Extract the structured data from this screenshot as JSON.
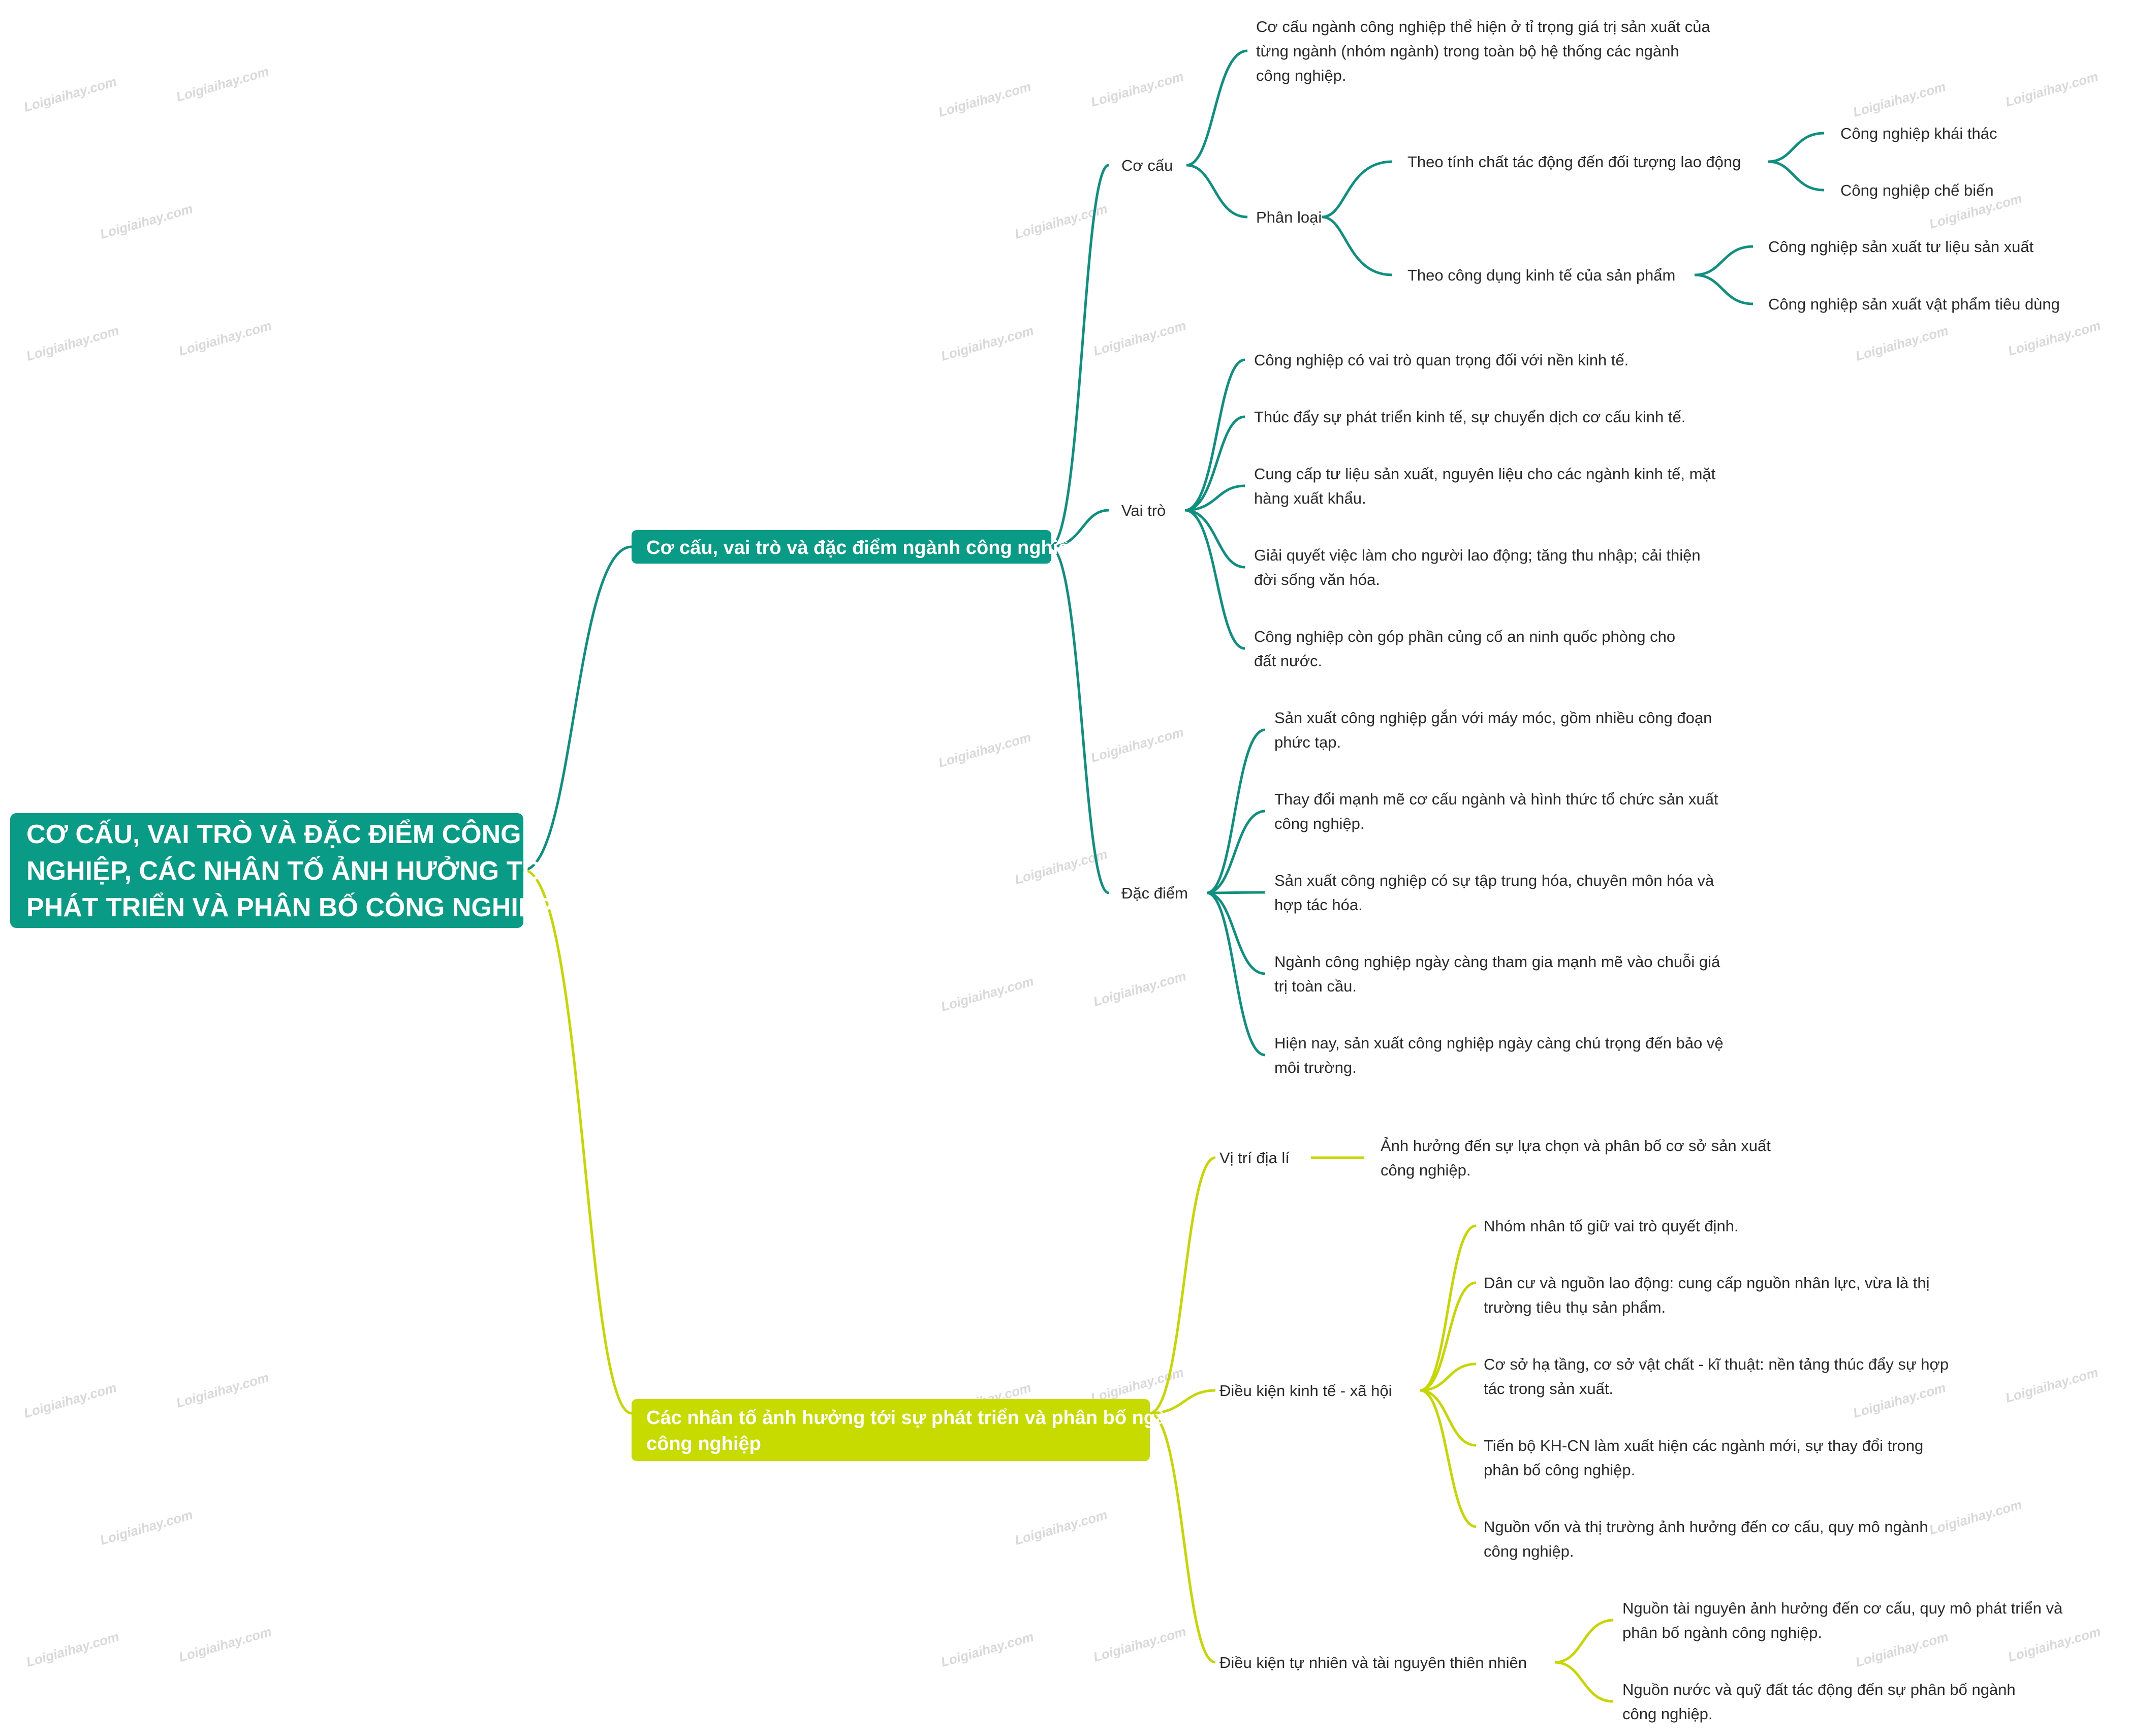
{
  "colors": {
    "primary_branch": "#099b85",
    "secondary_branch": "#c8db00",
    "background": "#ffffff"
  },
  "root": {
    "lines": [
      "CƠ CẤU, VAI TRÒ VÀ ĐẶC ĐIỂM CÔNG",
      "NGHIỆP, CÁC NHÂN TỐ ẢNH HƯỞNG TỚI",
      "PHÁT TRIỂN VÀ PHÂN BỐ CÔNG NGHIỆP"
    ]
  },
  "branch1": {
    "title": "Cơ cấu, vai trò và đặc điểm ngành công nghiệp",
    "co_cau": {
      "label": "Cơ cấu",
      "definition": [
        "Cơ cấu ngành công nghiệp thể hiện ở tỉ trọng giá trị sản xuất của",
        "từng ngành (nhóm ngành) trong toàn bộ hệ thống các ngành",
        "công nghiệp."
      ],
      "phan_loai": {
        "label": "Phân loại",
        "theo_tinh_chat": {
          "label": "Theo tính chất tác động đến đối tượng lao động",
          "items": [
            "Công nghiệp khái thác",
            "Công nghiệp chế biến"
          ]
        },
        "theo_cong_dung": {
          "label": "Theo công dụng kinh tế của sản phẩm",
          "items": [
            "Công nghiệp sản xuất tư liệu sản xuất",
            "Công nghiệp sản xuất vật phẩm tiêu dùng"
          ]
        }
      }
    },
    "vai_tro": {
      "label": "Vai trò",
      "items": [
        [
          "Công nghiệp có vai trò quan trọng đối với nền kinh tế."
        ],
        [
          "Thúc đẩy sự phát triển kinh tế, sự chuyển dịch cơ cấu kinh tế."
        ],
        [
          "Cung cấp tư liệu sản xuất, nguyên liệu cho các ngành kinh tế, mặt",
          "hàng xuất khẩu."
        ],
        [
          "Giải quyết việc làm cho người lao động; tăng thu nhập; cải thiện",
          "đời sống văn hóa."
        ],
        [
          "Công nghiệp còn góp phần củng cố an ninh quốc phòng cho",
          "đất nước."
        ]
      ]
    },
    "dac_diem": {
      "label": "Đặc điểm",
      "items": [
        [
          "Sản xuất công nghiệp gắn với máy móc, gồm nhiều công đoạn",
          "phức tạp."
        ],
        [
          "Thay đổi mạnh mẽ cơ cấu ngành và hình thức tổ chức sản xuất",
          "công nghiệp."
        ],
        [
          "Sản xuất công nghiệp có sự tập trung hóa, chuyên môn hóa và",
          "hợp tác hóa."
        ],
        [
          "Ngành công nghiệp ngày càng tham gia mạnh mẽ vào chuỗi giá",
          "trị toàn cầu."
        ],
        [
          "Hiện nay, sản xuất công nghiệp ngày càng chú trọng đến bảo vệ",
          "môi trường."
        ]
      ]
    }
  },
  "branch2": {
    "title": [
      "Các nhân tố ảnh hưởng tới sự phát triển và phân bố ngành",
      "công nghiệp"
    ],
    "vi_tri": {
      "label": "Vị trí địa lí",
      "detail": [
        "Ảnh hưởng đến sự lựa chọn và phân bố cơ sở sản xuất",
        "công nghiệp."
      ]
    },
    "kinh_te_xa_hoi": {
      "label": "Điều kiện kinh tế - xã hội",
      "items": [
        [
          "Nhóm nhân tố giữ vai trò quyết định."
        ],
        [
          "Dân cư và nguồn lao động: cung cấp nguồn nhân lực, vừa là thị",
          "trường tiêu thụ sản phẩm."
        ],
        [
          "Cơ sở hạ tầng, cơ sở vật chất - kĩ thuật: nền tảng thúc đẩy sự hợp",
          "tác trong sản xuất."
        ],
        [
          "Tiến bộ KH-CN làm xuất hiện các ngành mới, sự thay đổi trong",
          "phân bố công nghiệp."
        ],
        [
          "Nguồn vốn và thị trường ảnh hưởng đến cơ cấu, quy mô ngành",
          "công nghiệp."
        ]
      ]
    },
    "tu_nhien": {
      "label": "Điều kiện tự nhiên và tài nguyên thiên nhiên",
      "items": [
        [
          "Nguồn tài nguyên ảnh hưởng đến cơ cấu, quy mô phát triển và",
          "phân bố ngành công nghiệp."
        ],
        [
          "Nguồn nước và quỹ đất tác động đến sự phân bố ngành",
          "công nghiệp."
        ]
      ]
    }
  },
  "watermark": "Loigiaihay.com"
}
